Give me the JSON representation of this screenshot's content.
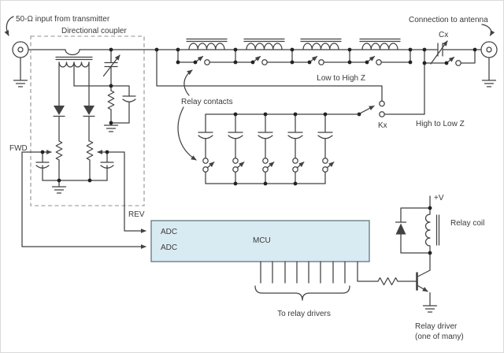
{
  "diagram": {
    "labels": {
      "input": "50-Ω input from transmitter",
      "coupler": "Directional coupler",
      "antenna": "Connection to antenna",
      "relay_contacts": "Relay contacts",
      "low_to_high_z": "Low to High Z",
      "high_to_low_z": "High to Low Z",
      "kx": "Kx",
      "cx": "Cx",
      "fwd": "FWD",
      "rev": "REV",
      "adc_top": "ADC",
      "adc_bottom": "ADC",
      "mcu": "MCU",
      "to_relay_drivers": "To relay drivers",
      "supply": "+V",
      "relay_coil": "Relay coil",
      "relay_driver_line1": "Relay driver",
      "relay_driver_line2": "(one of many)"
    },
    "colors": {
      "wire": "#424242",
      "text": "#3a3a3a",
      "mcu_fill": "#d9ebf2",
      "mcu_border": "#63767e",
      "dashed_box": "#8f8f8f"
    }
  }
}
